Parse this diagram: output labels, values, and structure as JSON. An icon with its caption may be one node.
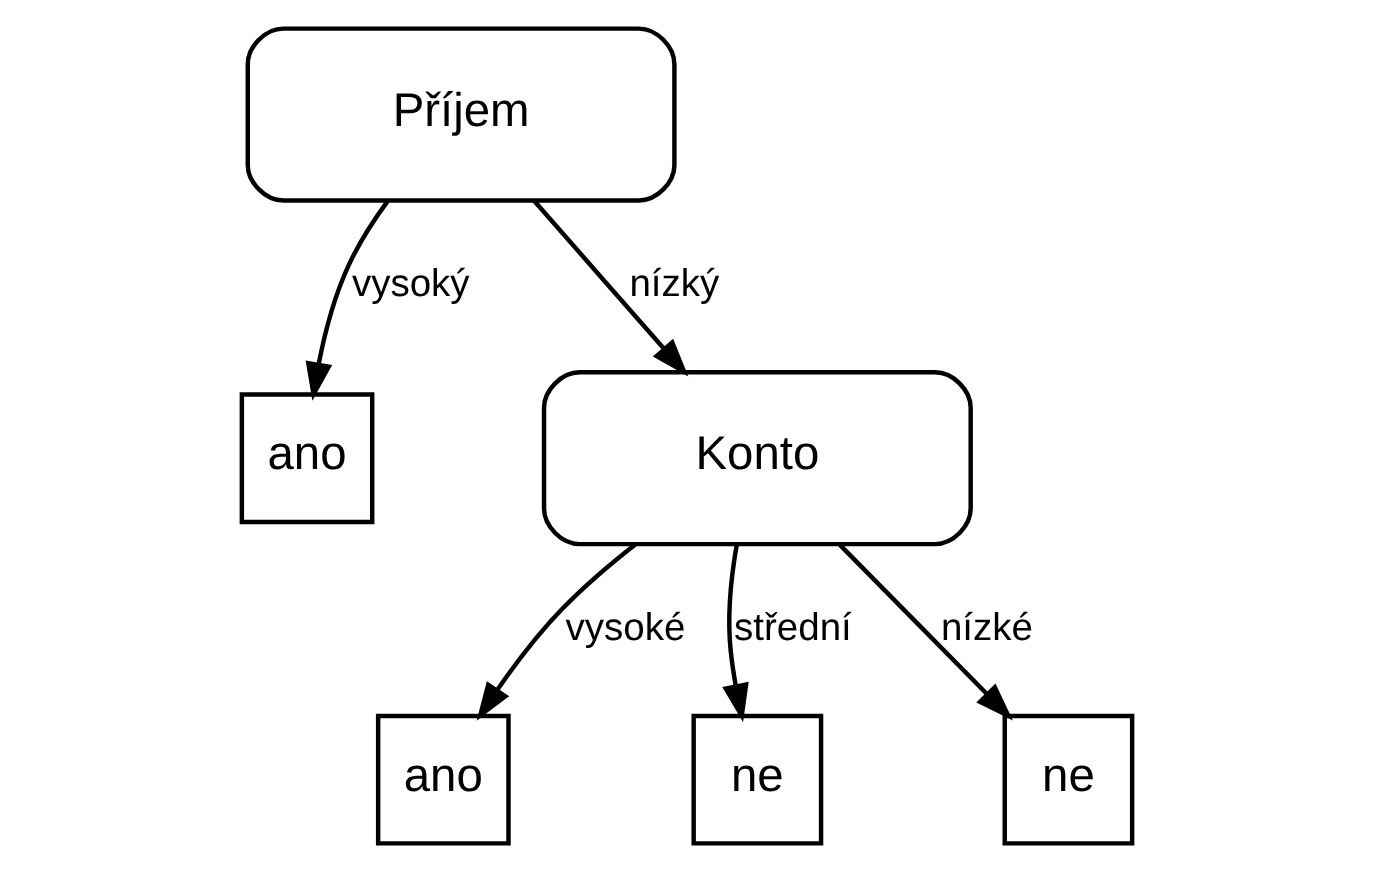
{
  "diagram": {
    "nodes": [
      {
        "text": [
          "Příjem"
        ]
      },
      {
        "text": [
          "ano"
        ]
      },
      {
        "text": [
          "Konto"
        ]
      },
      {
        "text": [
          "ano"
        ]
      },
      {
        "text": [
          "ne"
        ]
      },
      {
        "text": [
          "ne"
        ]
      }
    ],
    "edges": [
      {
        "from": 0,
        "to": 1,
        "arrow": "to",
        "label": "vysoký"
      },
      {
        "from": 0,
        "to": 2,
        "arrow": "to",
        "label": "nízký"
      },
      {
        "from": 2,
        "to": 3,
        "arrow": "to",
        "label": "vysoké"
      },
      {
        "from": 2,
        "to": 4,
        "arrow": "to",
        "label": "střední"
      },
      {
        "from": 2,
        "to": 5,
        "arrow": "to",
        "label": "nízké"
      }
    ]
  }
}
